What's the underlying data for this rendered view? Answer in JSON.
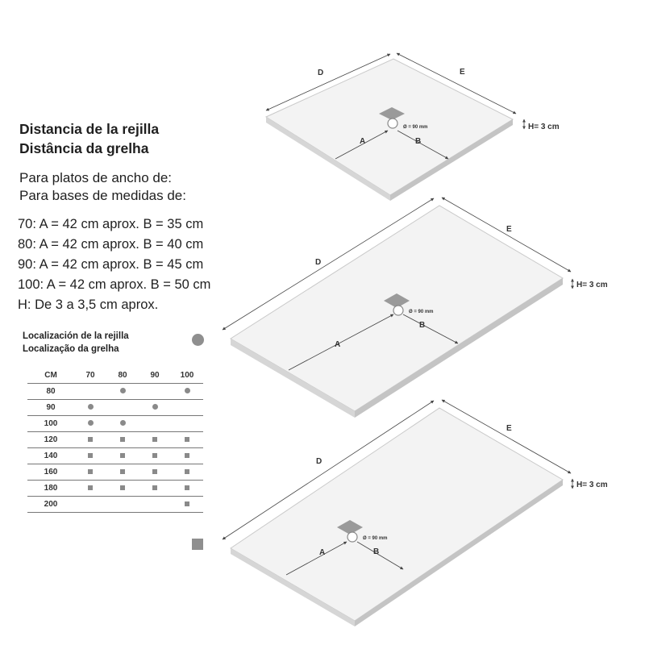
{
  "heading": {
    "title_es": "Distancia de  la rejilla",
    "title_pt": "Distância da grelha",
    "subtitle_es": "Para platos de ancho de:",
    "subtitle_pt": "Para bases de medidas de:"
  },
  "specs": [
    "70: A = 42 cm aprox. B = 35 cm",
    "80: A = 42 cm aprox. B = 40 cm",
    "90: A = 42 cm aprox. B = 45 cm",
    "100: A = 42 cm aprox. B = 50 cm",
    "H: De 3 a 3,5 cm aprox."
  ],
  "location": {
    "title_es": "Localización de la rejilla",
    "title_pt": "Localização da grelha",
    "legend": [
      {
        "marker": "circle"
      },
      {
        "marker": "square"
      }
    ]
  },
  "table": {
    "headers": [
      "CM",
      "70",
      "80",
      "90",
      "100"
    ],
    "rows": [
      {
        "label": "80",
        "cells": [
          "",
          "circle",
          "",
          "circle"
        ]
      },
      {
        "label": "90",
        "cells": [
          "circle",
          "",
          "circle",
          ""
        ]
      },
      {
        "label": "100",
        "cells": [
          "circle",
          "circle",
          "",
          ""
        ]
      },
      {
        "label": "120",
        "cells": [
          "square",
          "square",
          "square",
          "square"
        ]
      },
      {
        "label": "140",
        "cells": [
          "square",
          "square",
          "square",
          "square"
        ]
      },
      {
        "label": "160",
        "cells": [
          "square",
          "square",
          "square",
          "square"
        ]
      },
      {
        "label": "180",
        "cells": [
          "square",
          "square",
          "square",
          "square"
        ]
      },
      {
        "label": "200",
        "cells": [
          "",
          "",
          "",
          "square"
        ]
      }
    ]
  },
  "trays": [
    {
      "d": "D",
      "e": "E",
      "a": "A",
      "b": "B",
      "h": "H= 3 cm",
      "drain": "Ø = 90 mm"
    },
    {
      "d": "D",
      "e": "E",
      "a": "A",
      "b": "B",
      "h": "H= 3 cm",
      "drain": "Ø = 90 mm"
    },
    {
      "d": "D",
      "e": "E",
      "a": "A",
      "b": "B",
      "h": "H= 3 cm",
      "drain": "Ø = 90 mm"
    }
  ],
  "colors": {
    "marker": "#8a8a8a",
    "tray_top": "#f2f2f2",
    "tray_side": "#d9d9d9",
    "line": "#444444"
  }
}
